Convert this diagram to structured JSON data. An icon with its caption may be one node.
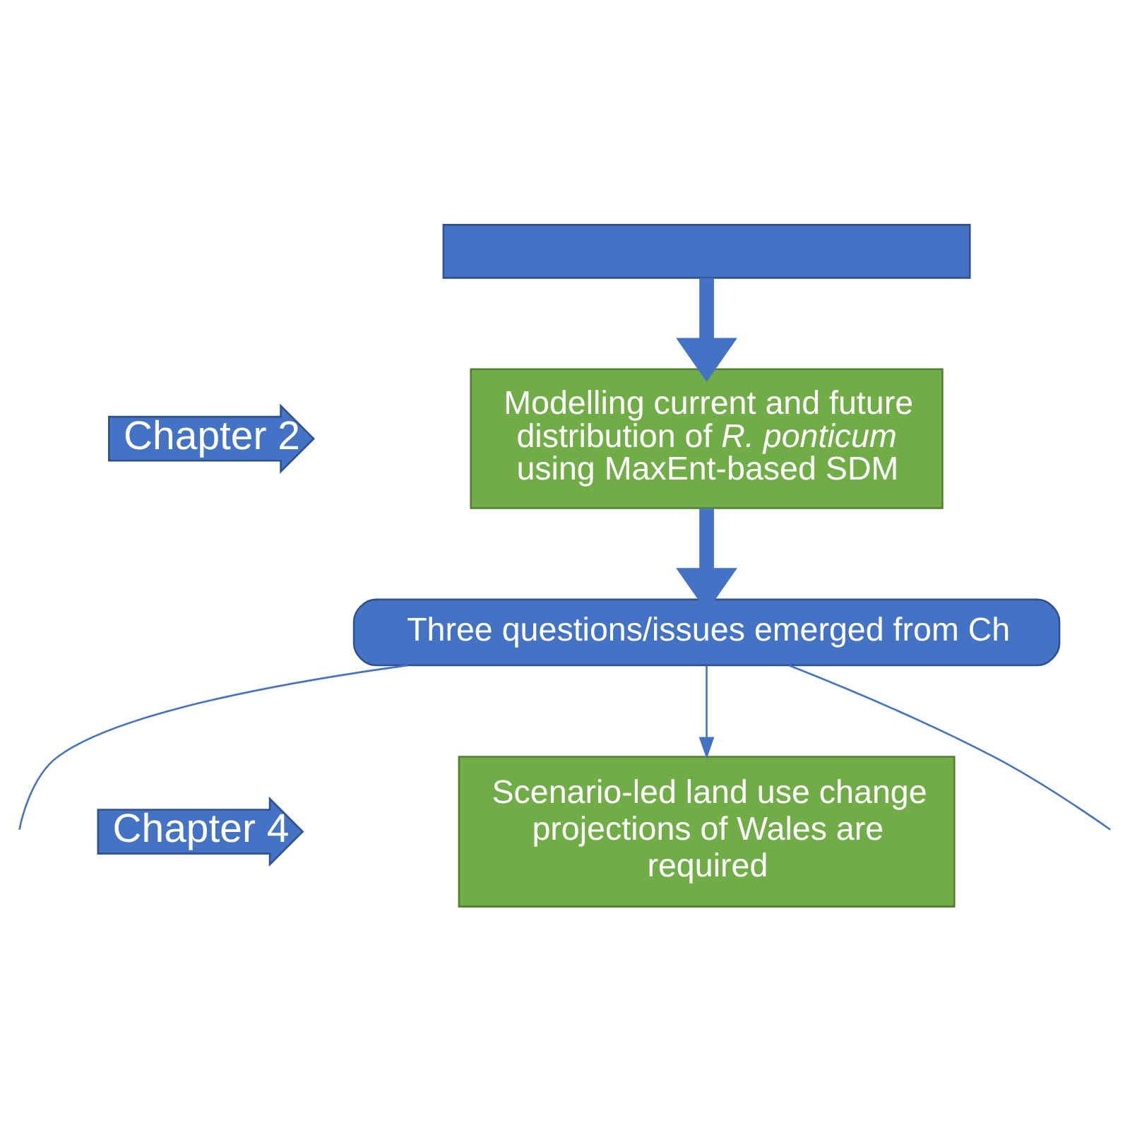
{
  "diagram": {
    "nodes": [
      {
        "text": [],
        "shape": "box"
      },
      {
        "text": [
          "Chapter 2"
        ]
      },
      {
        "text": [
          "Modelling current and future distribution of *R. ponticum* using MaxEnt-based SDM"
        ]
      },
      {
        "text": [
          "Three questions/issues emerged from Ch"
        ]
      },
      {
        "text": [
          "Chapter 4"
        ]
      },
      {
        "text": [
          "Scenario-led land use change projections of Wales are required"
        ]
      }
    ],
    "edges": [
      {
        "from": 0,
        "to": 2,
        "arrow": "to",
        "style": "thick"
      },
      {
        "from": 2,
        "to": 3,
        "arrow": "to",
        "style": "thick"
      },
      {
        "from": 3,
        "to": null,
        "arrow": "none"
      },
      {
        "from": 3,
        "to": 5,
        "arrow": "to"
      },
      {
        "from": 3,
        "to": null,
        "arrow": "none"
      }
    ]
  }
}
